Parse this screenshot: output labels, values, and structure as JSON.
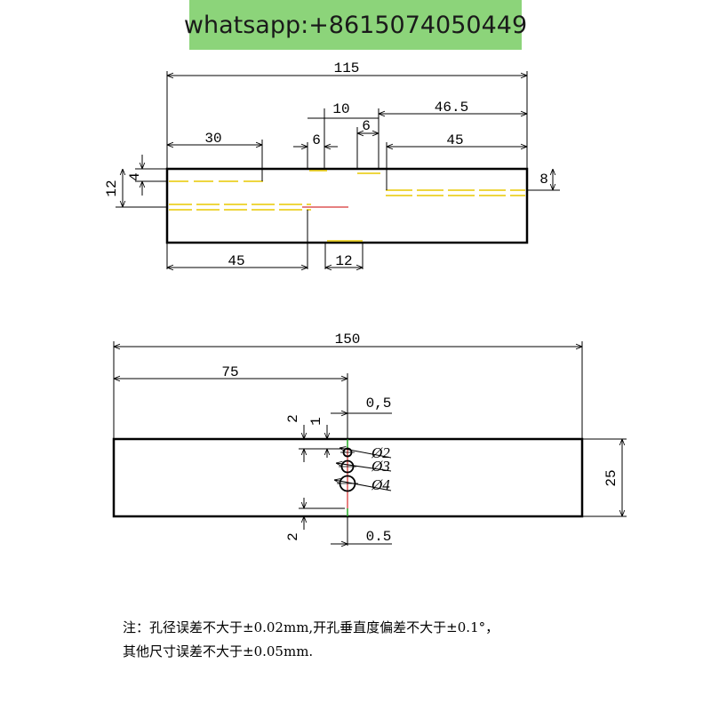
{
  "watermark": {
    "text": "whatsapp:+8615074050449",
    "bg_color": "#8cd47a"
  },
  "top_view": {
    "dims": {
      "total_length": "115",
      "d_46_5": "46.5",
      "d_10": "10",
      "d_6a": "6",
      "d_6b": "6",
      "d_30": "30",
      "d_45_right": "45",
      "d_4": "4",
      "d_12_left": "12",
      "d_8": "8",
      "d_45_bottom": "45",
      "d_12_bottom": "12"
    }
  },
  "front_view": {
    "dims": {
      "total_length": "150",
      "d_75": "75",
      "d_0_5_top": "0,5",
      "d_2_top": "2",
      "d_1": "1",
      "d_25": "25",
      "d_2_bottom": "2",
      "d_0_5_bottom": "0.5"
    },
    "holes": [
      "Ø2",
      "Ø3",
      "Ø4"
    ]
  },
  "note": {
    "line1": "注：孔径误差不大于±0.02mm,开孔垂直度偏差不大于±0.1°，",
    "line2": "其他尺寸误差不大于±0.05mm."
  },
  "colors": {
    "line": "#000000",
    "hidden": "#e8c800",
    "center": "#cc0000",
    "center_green": "#22aa22"
  }
}
